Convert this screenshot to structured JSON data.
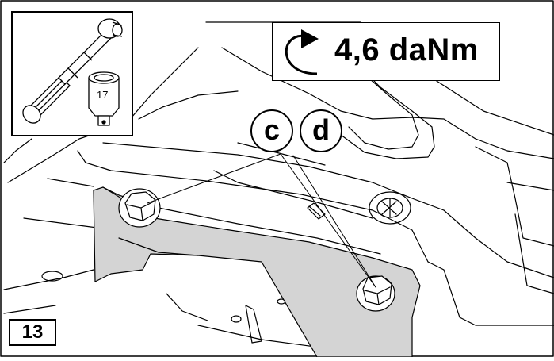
{
  "torque": {
    "value_label": "4,6 daNm"
  },
  "tool": {
    "socket_size": "17"
  },
  "callouts": {
    "c": "c",
    "d": "d"
  },
  "step": {
    "number": "13"
  },
  "colors": {
    "part_fill": "#d4d4d4",
    "line": "#000000",
    "background": "#ffffff"
  },
  "icons": {
    "rotation": "clockwise-rotation-arrow-icon",
    "tool": "torque-wrench-icon",
    "socket": "socket-17-icon"
  }
}
